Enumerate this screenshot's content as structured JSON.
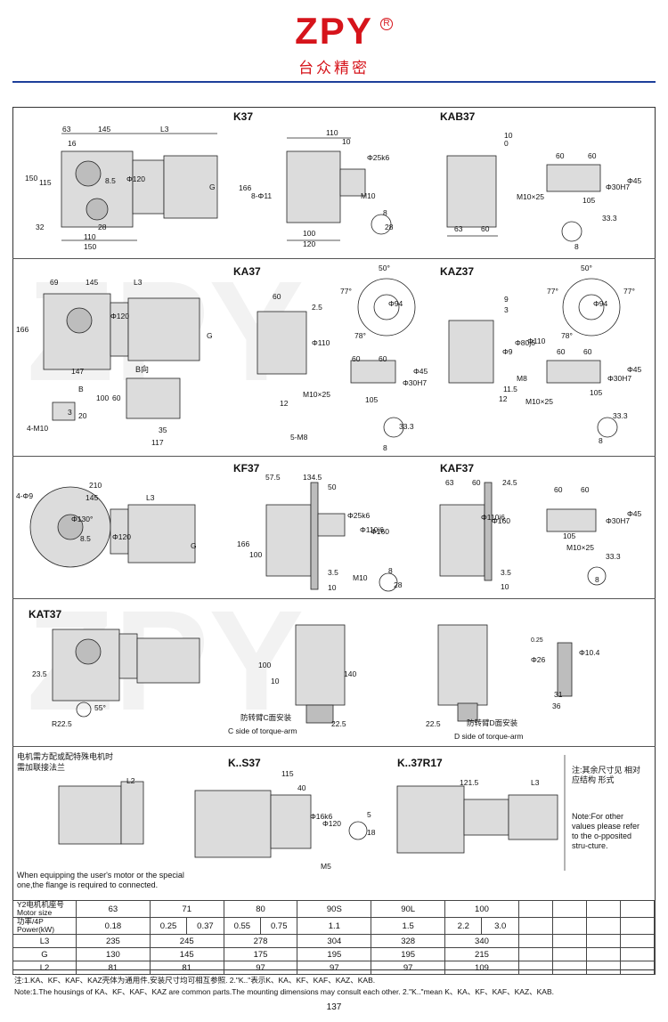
{
  "brand": {
    "logo": "ZPY",
    "reg": "R",
    "subtitle": "台众精密"
  },
  "sections": {
    "row1": {
      "k37": "K37",
      "kab37": "KAB37"
    },
    "row2": {
      "ka37": "KA37",
      "kaz37": "KAZ37",
      "b_view": "B向",
      "b_mark": "B"
    },
    "row3": {
      "kf37": "KF37",
      "kaf37": "KAF37"
    },
    "row4": {
      "kat37": "KAT37",
      "c_side_cn": "防转臂C面安装",
      "c_side_en": "C side of torque-arm",
      "d_side_cn": "防转臂D面安装",
      "d_side_en": "D side of torque-arm"
    },
    "row5": {
      "ks37": "K..S37",
      "kr17": "K..37R17",
      "motor_note_cn_1": "电机需方配或配特殊电机时",
      "motor_note_cn_2": "需加联接法兰",
      "motor_note_en_1": "When equipping the user's motor or the special",
      "motor_note_en_2": "one,the flange is required to connected.",
      "side_note_cn": "注:其余尺寸见 相对应结构 形式",
      "side_note_en": "Note:For other values please refer to the o-pposited stru-cture."
    }
  },
  "dims": {
    "k37_main": [
      "63",
      "145",
      "L3",
      "16",
      "150",
      "115",
      "8.5",
      "Φ120",
      "G",
      "32",
      "28",
      "110",
      "150"
    ],
    "k37_side": [
      "110",
      "10",
      "Φ25k6",
      "166",
      "8-Φ11",
      "M10",
      "100",
      "120",
      "8",
      "28"
    ],
    "kab37": [
      "10",
      "0",
      "60",
      "60",
      "M10×25",
      "Φ30H7",
      "Φ45",
      "105",
      "63",
      "60",
      "33.3",
      "8"
    ],
    "ka37": [
      "69",
      "145",
      "L3",
      "166",
      "Φ120",
      "G",
      "147",
      "B",
      "100",
      "60",
      "4-M10",
      "3",
      "20",
      "35",
      "117",
      "60",
      "2.5",
      "Φ110",
      "60",
      "60",
      "M10×25",
      "Φ30H7",
      "Φ45",
      "105",
      "12",
      "5-M8",
      "33.3",
      "8",
      "50°",
      "77°",
      "Φ94",
      "78°"
    ],
    "kaz37": [
      "9",
      "3",
      "Φ9",
      "Φ80j6",
      "Φ110",
      "M8",
      "11.5",
      "12",
      "60",
      "60",
      "M10×25",
      "Φ30H7",
      "Φ45",
      "105",
      "33.3",
      "8",
      "50°",
      "77°",
      "77°",
      "Φ94",
      "78°"
    ],
    "kf37": [
      "4-Φ9",
      "210",
      "145",
      "L3",
      "Φ130°",
      "8.5",
      "Φ120",
      "G",
      "57.5",
      "134.5",
      "50",
      "166",
      "100",
      "Φ25k6",
      "Φ110j6",
      "Φ160",
      "M10",
      "3.5",
      "10",
      "8",
      "28"
    ],
    "kaf37": [
      "63",
      "60",
      "24.5",
      "Φ110j6",
      "Φ160",
      "3.5",
      "10",
      "60",
      "60",
      "105",
      "M10×25",
      "Φ30H7",
      "Φ45",
      "33.3",
      "8"
    ],
    "kat37": [
      "23.5",
      "R22.5",
      "55°",
      "100",
      "10",
      "140",
      "22.5",
      "22.5",
      "Φ26",
      "0.25",
      "Φ10.4",
      "31",
      "36"
    ],
    "ks37": [
      "115",
      "40",
      "Φ16k6",
      "Φ120",
      "M5",
      "5",
      "18"
    ],
    "kr17": [
      "L2",
      "121.5",
      "L3"
    ]
  },
  "spec_table": {
    "row_labels": [
      "Y2电机机座号 Motor size",
      "功率/4P Power(kW)",
      "L3",
      "G",
      "L2"
    ],
    "motor_sizes": [
      "63",
      "71",
      "80",
      "90S",
      "90L",
      "100"
    ],
    "powers": [
      "0.18",
      "0.25",
      "0.37",
      "0.55",
      "0.75",
      "1.1",
      "1.5",
      "2.2",
      "3.0"
    ],
    "L3": [
      "235",
      "245",
      "278",
      "304",
      "328",
      "340"
    ],
    "G": [
      "130",
      "145",
      "175",
      "195",
      "195",
      "215"
    ],
    "L2": [
      "81",
      "81",
      "97",
      "97",
      "97",
      "109"
    ]
  },
  "footnotes": {
    "cn": "注:1.KA、KF、KAF、KAZ壳体为通用件,安装尺寸均可相互参照.   2.\"K..\"表示K、KA、KF、KAF、KAZ、KAB.",
    "en": "Note:1.The housings of KA、KF、KAF、KAZ are common parts.The mounting dimensions may consult each other. 2.\"K..\"mean K、KA、KF、KAF、KAZ、KAB."
  },
  "page_number": "137"
}
